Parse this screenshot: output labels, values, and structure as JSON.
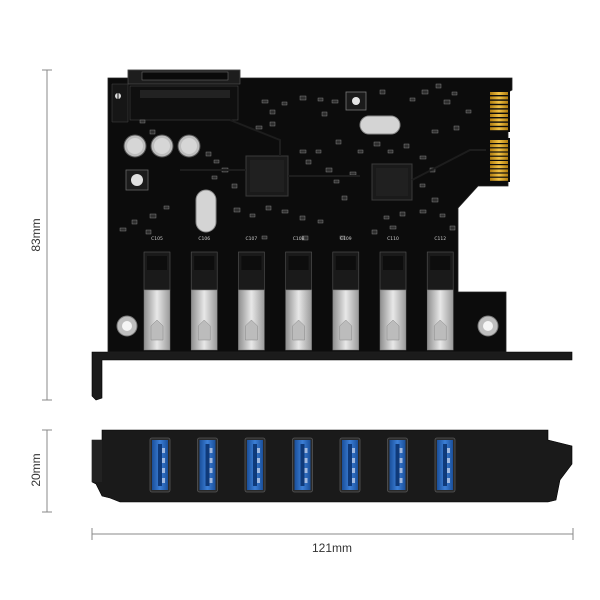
{
  "dimensions": {
    "height_top": "83mm",
    "height_bottom": "20mm",
    "width": "121mm"
  },
  "board": {
    "port_count": 7,
    "port_labels": [
      "C105",
      "C106",
      "C107",
      "C108",
      "C109",
      "C110",
      "C112"
    ],
    "chips": [
      "main-controller",
      "hub-controller"
    ],
    "colors": {
      "pcb": "#0c0c0c",
      "bracket": "#1a1a1a",
      "usb_blue": "#1f5fb5",
      "gold": "#d9a520",
      "silver": "#d2d2d2"
    }
  }
}
